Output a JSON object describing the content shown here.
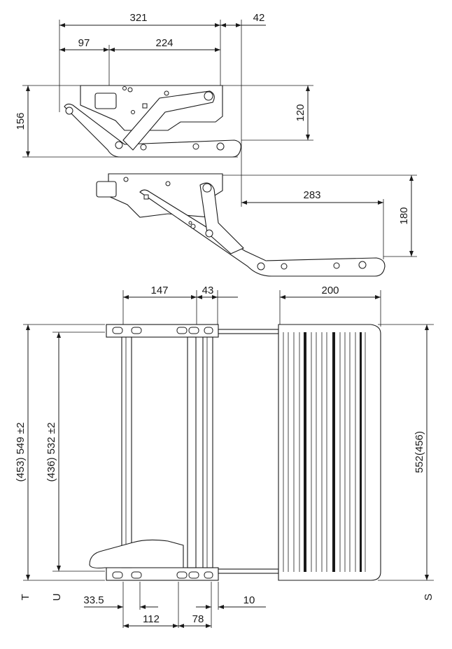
{
  "top_view": {
    "dim_overall": "321",
    "dim_offset": "42",
    "dim_left": "97",
    "dim_mid": "224",
    "dim_height_left": "156",
    "dim_height_right": "120"
  },
  "extended_view": {
    "dim_reach": "283",
    "dim_drop": "180"
  },
  "plan_view": {
    "dim_frame": "147",
    "dim_gap": "43",
    "dim_tread": "200",
    "dim_outer": "(453)  549 ±2",
    "dim_inner": "(436)  532 ±2",
    "dim_depth": "552(456)",
    "dim_offset_left": "33.5",
    "dim_offset_right": "10",
    "dim_hole_spacing": "112",
    "dim_hole_spacing_2": "78",
    "mark_t": "T",
    "mark_u": "U",
    "mark_s": "S"
  }
}
